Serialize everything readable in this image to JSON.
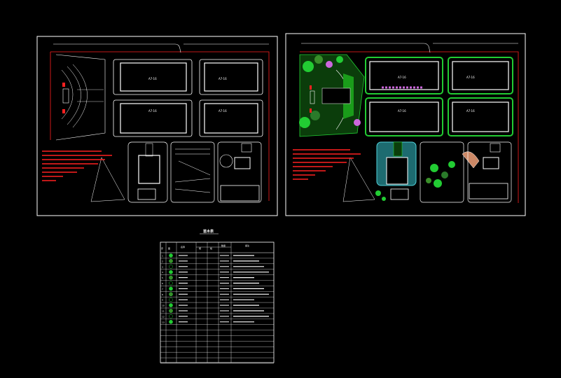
{
  "colors": {
    "background": "#000000",
    "linework": "#ffffff",
    "boundary": "#ff2020",
    "planting": "#22cc33",
    "plaza": "#4fd1d9",
    "flowers": "#cc66dd"
  },
  "left_plan": {
    "buildings": [
      {
        "label": "A7·16"
      },
      {
        "label": "A7·16"
      },
      {
        "label": "A7·16"
      },
      {
        "label": "A7·16"
      }
    ]
  },
  "right_plan": {
    "buildings": [
      {
        "label": "A7·16"
      },
      {
        "label": "A7·16"
      },
      {
        "label": "A7·16"
      },
      {
        "label": "A7·16"
      }
    ]
  },
  "legend_table": {
    "title": "苗木表",
    "header_marks": [
      "序",
      "图",
      "名称",
      "规",
      "格",
      "数量",
      "备注"
    ],
    "row_numbers": [
      "1",
      "2",
      "3",
      "4",
      "5",
      "6",
      "7",
      "8",
      "9",
      "10",
      "11",
      "12",
      "13"
    ]
  }
}
